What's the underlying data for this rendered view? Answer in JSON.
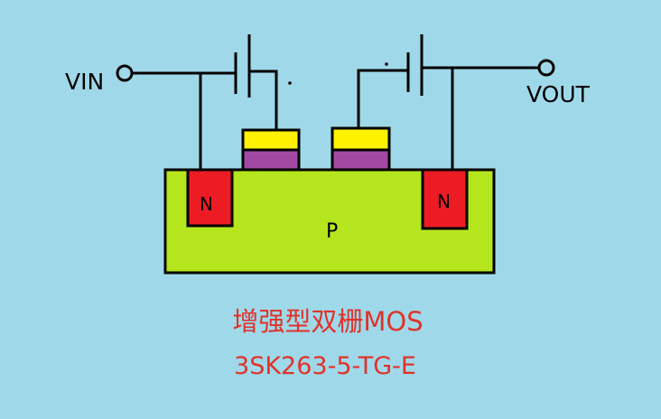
{
  "labels": {
    "vin": "VIN",
    "vout": "VOUT",
    "substrate": "P",
    "source_region": "N",
    "drain_region": "N"
  },
  "caption": {
    "title": "增强型双栅MOS",
    "part_number": "3SK263-5-TG-E"
  },
  "colors": {
    "background": "#9fd9e9",
    "substrate": "#b5e61d",
    "n_region": "#ed1c24",
    "gate_metal": "#fff200",
    "gate_oxide": "#a349a4",
    "wire": "#000000",
    "caption": "#e0322a"
  }
}
